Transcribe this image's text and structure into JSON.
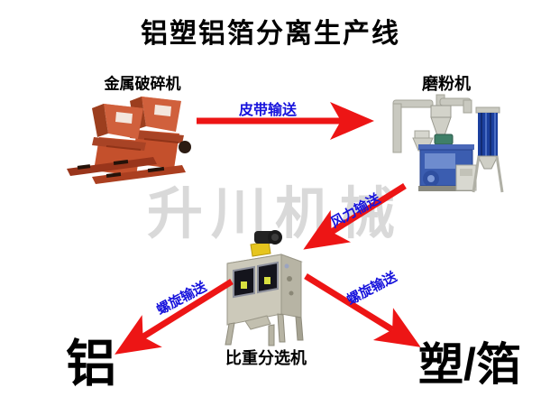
{
  "page": {
    "title": "铝塑铝箔分离生产线",
    "watermark": "升川机械",
    "colors": {
      "title": "#000000",
      "watermark": "#d9d9d9",
      "arrow": "#ed1515",
      "label": "#1713dc"
    }
  },
  "nodes": {
    "crusher": {
      "label": "金属破碎机"
    },
    "mill": {
      "label": "磨粉机"
    },
    "separator": {
      "label": "比重分选机"
    },
    "output_left": {
      "label": "铝"
    },
    "output_right": {
      "label": "塑/箔"
    }
  },
  "flows": [
    {
      "label": "皮带输送",
      "from": "crusher",
      "to": "mill"
    },
    {
      "label": "风力输送",
      "from": "mill",
      "to": "separator"
    },
    {
      "label": "螺旋输送",
      "from": "separator",
      "to": "output_left"
    },
    {
      "label": "螺旋输送",
      "from": "separator",
      "to": "output_right"
    }
  ]
}
